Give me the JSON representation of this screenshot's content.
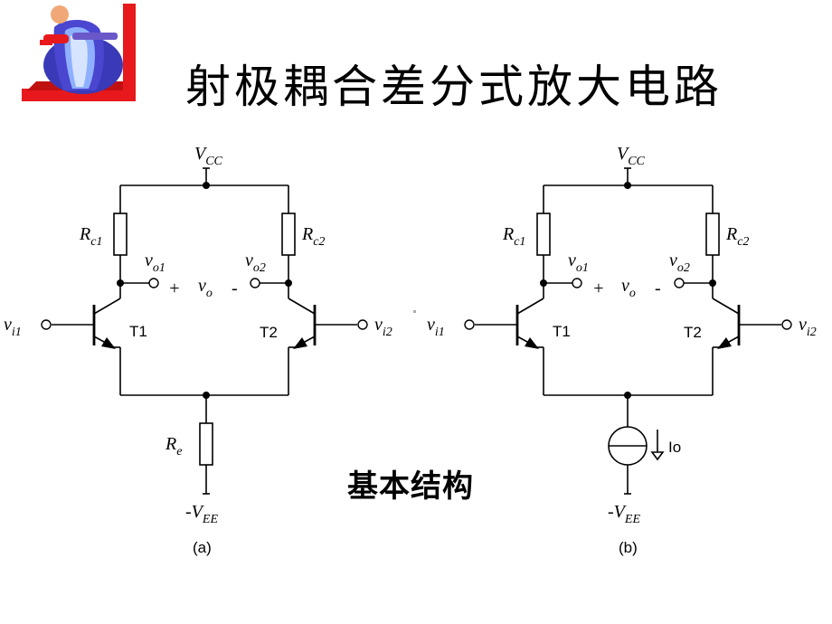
{
  "title": "射极耦合差分式放大电路",
  "subtitle": "基本结构",
  "logo": {
    "icon": "person-pushing-wall-clipart"
  },
  "circuits": {
    "a": {
      "caption": "(a)",
      "vcc": {
        "main": "V",
        "sub": "CC"
      },
      "rc1": {
        "main": "R",
        "sub": "c1"
      },
      "rc2": {
        "main": "R",
        "sub": "c2"
      },
      "vo1": {
        "main": "v",
        "sub": "o1"
      },
      "vo2": {
        "main": "v",
        "sub": "o2"
      },
      "vo": {
        "main": "v",
        "sub": "o"
      },
      "plus": "+",
      "minus": "-",
      "vi1": {
        "main": "v",
        "sub": "i1"
      },
      "vi2": {
        "main": "v",
        "sub": "i2"
      },
      "t1": "T1",
      "t2": "T2",
      "re": {
        "main": "R",
        "sub": "e"
      },
      "vee": {
        "main": "-V",
        "sub": "EE"
      }
    },
    "b": {
      "caption": "(b)",
      "vcc": {
        "main": "V",
        "sub": "CC"
      },
      "rc1": {
        "main": "R",
        "sub": "c1"
      },
      "rc2": {
        "main": "R",
        "sub": "c2"
      },
      "vo1": {
        "main": "v",
        "sub": "o1"
      },
      "vo2": {
        "main": "v",
        "sub": "o2"
      },
      "vo": {
        "main": "v",
        "sub": "o"
      },
      "plus": "+",
      "minus": "-",
      "vi1": {
        "main": "v",
        "sub": "i1"
      },
      "vi2": {
        "main": "v",
        "sub": "i2"
      },
      "t1": "T1",
      "t2": "T2",
      "io": "Io",
      "vee": {
        "main": "-V",
        "sub": "EE"
      }
    }
  }
}
